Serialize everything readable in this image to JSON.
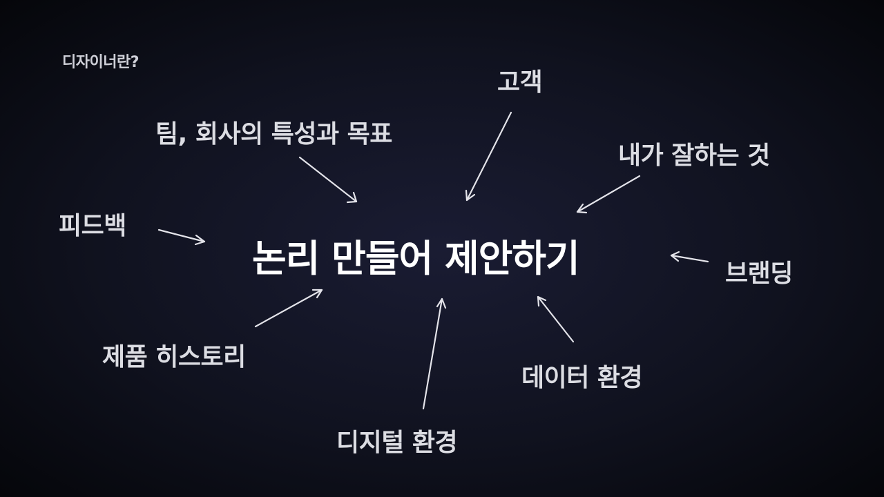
{
  "corner_title": "디자이너란?",
  "center_title": "논리 만들어 제안하기",
  "factors": {
    "team": "팀, 회사의 특성과 목표",
    "customer": "고객",
    "strength": "내가 잘하는 것",
    "feedback": "피드백",
    "branding": "브랜딩",
    "history": "제품 히스토리",
    "data": "데이터 환경",
    "digital": "디지털 환경"
  },
  "colors": {
    "background": "#10121f",
    "text": "#dcdde3",
    "title": "#ffffff",
    "arrow": "#e4e4ea"
  }
}
